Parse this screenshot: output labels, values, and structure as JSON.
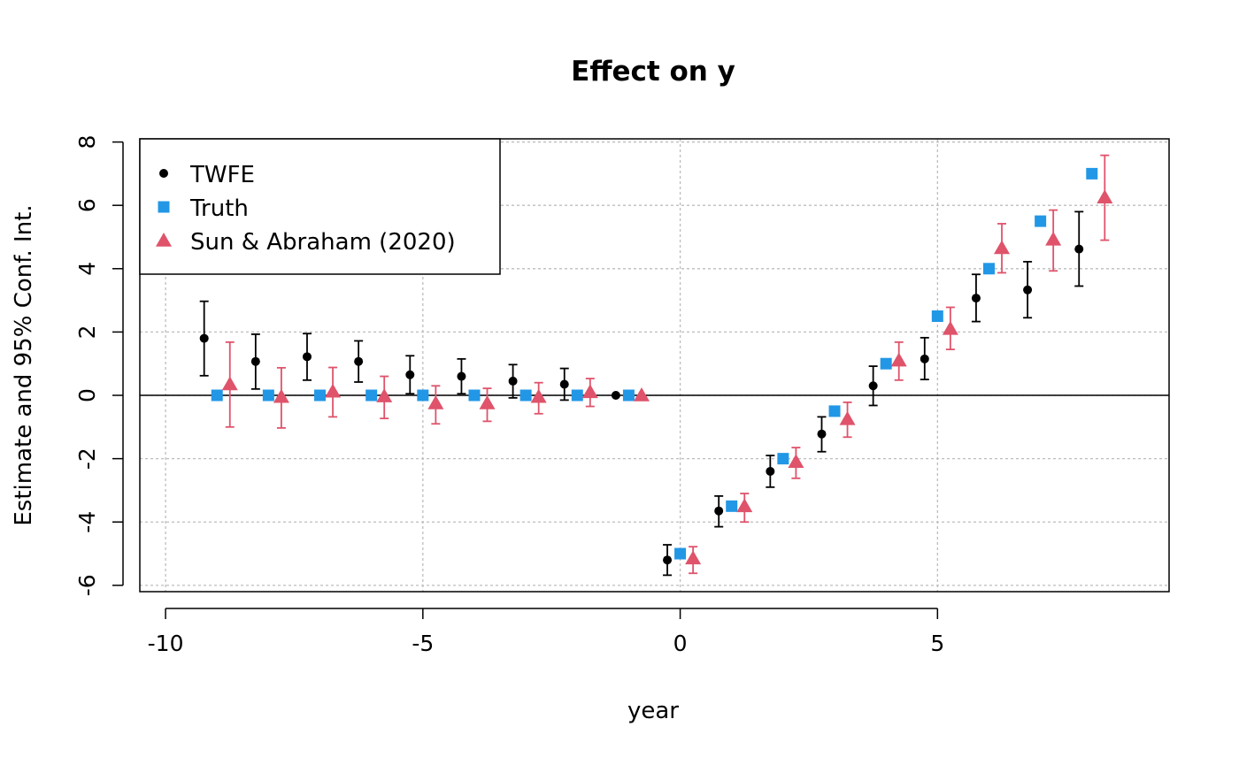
{
  "chart_data": {
    "type": "scatter",
    "title": "Effect on y",
    "xlabel": "year",
    "ylabel": "Estimate and 95% Conf. Int.",
    "xlim": [
      -10.5,
      9.5
    ],
    "ylim": [
      -6.2,
      8.1
    ],
    "x_ticks": [
      -10,
      -5,
      0,
      5
    ],
    "y_ticks": [
      -6,
      -4,
      -2,
      0,
      2,
      4,
      6,
      8
    ],
    "grid": true,
    "zero_line": true,
    "legend_position": "top-left",
    "series": [
      {
        "name": "TWFE",
        "marker": "circle",
        "color": "#000000",
        "x": [
          -9,
          -8,
          -7,
          -6,
          -5,
          -4,
          -3,
          -2,
          -1,
          0,
          1,
          2,
          3,
          4,
          5,
          6,
          7,
          8
        ],
        "y": [
          1.8,
          1.07,
          1.22,
          1.07,
          0.65,
          0.6,
          0.45,
          0.35,
          0.0,
          -5.2,
          -3.65,
          -2.4,
          -1.22,
          0.3,
          1.15,
          3.07,
          3.33,
          4.62
        ],
        "lower": [
          0.62,
          0.2,
          0.48,
          0.42,
          0.05,
          0.05,
          -0.08,
          -0.15,
          0.0,
          -5.68,
          -4.15,
          -2.9,
          -1.78,
          -0.32,
          0.5,
          2.33,
          2.45,
          3.45
        ],
        "upper": [
          2.97,
          1.93,
          1.95,
          1.72,
          1.25,
          1.15,
          0.97,
          0.85,
          0.0,
          -4.72,
          -3.18,
          -1.9,
          -0.68,
          0.92,
          1.82,
          3.82,
          4.22,
          5.8
        ]
      },
      {
        "name": "Truth",
        "marker": "square",
        "color": "#2297E6",
        "x": [
          -9,
          -8,
          -7,
          -6,
          -5,
          -4,
          -3,
          -2,
          -1,
          0,
          1,
          2,
          3,
          4,
          5,
          6,
          7,
          8
        ],
        "y": [
          0,
          0,
          0,
          0,
          0,
          0,
          0,
          0,
          0,
          -5,
          -3.5,
          -2,
          -0.5,
          1,
          2.5,
          4,
          5.5,
          7
        ]
      },
      {
        "name": "Sun & Abraham (2020)",
        "marker": "triangle",
        "color": "#DF536B",
        "x": [
          -9,
          -8,
          -7,
          -6,
          -5,
          -4,
          -3,
          -2,
          -1,
          0,
          1,
          2,
          3,
          4,
          5,
          6,
          7,
          8
        ],
        "y": [
          0.35,
          -0.05,
          0.12,
          -0.03,
          -0.25,
          -0.25,
          -0.05,
          0.1,
          0.0,
          -5.15,
          -3.5,
          -2.1,
          -0.75,
          1.1,
          2.1,
          4.65,
          4.92,
          6.25
        ],
        "lower": [
          -1.0,
          -1.03,
          -0.68,
          -0.73,
          -0.9,
          -0.82,
          -0.58,
          -0.35,
          0.0,
          -5.62,
          -4.0,
          -2.62,
          -1.32,
          0.48,
          1.45,
          3.87,
          3.93,
          4.9
        ],
        "upper": [
          1.68,
          0.87,
          0.88,
          0.6,
          0.3,
          0.22,
          0.4,
          0.53,
          0.0,
          -4.78,
          -3.1,
          -1.65,
          -0.22,
          1.68,
          2.78,
          5.42,
          5.85,
          7.58
        ]
      }
    ]
  }
}
